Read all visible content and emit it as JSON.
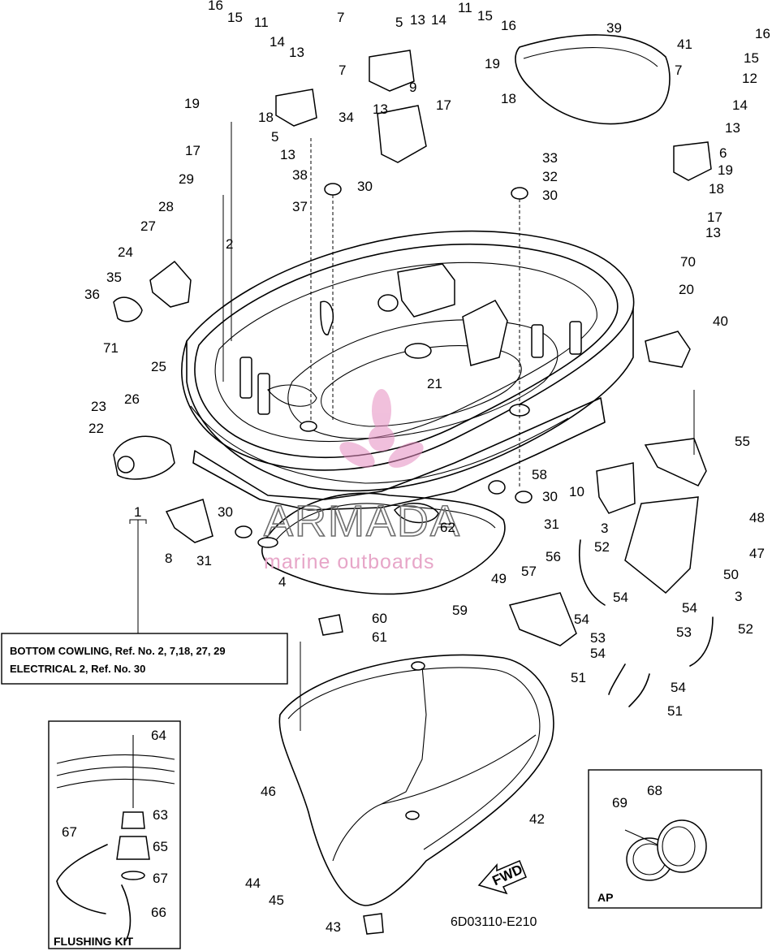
{
  "diagram_code": "6D03110-E210",
  "watermark": {
    "brand": "ARMADA",
    "tagline": "marine outboards",
    "brand_color": "#e58cc0"
  },
  "note_box": {
    "line1": "BOTTOM COWLING,  Ref. No. 2, 7,18, 27, 29",
    "line2": "ELECTRICAL 2,  Ref. No. 30"
  },
  "flushing_kit": {
    "title": "FLUSHING KIT"
  },
  "ap_box": {
    "title": "AP"
  },
  "fwd_arrow": {
    "label": "FWD"
  },
  "callouts": [
    "1",
    "2",
    "3",
    "4",
    "5",
    "6",
    "7",
    "8",
    "9",
    "10",
    "11",
    "12",
    "13",
    "14",
    "15",
    "16",
    "17",
    "18",
    "19",
    "20",
    "21",
    "22",
    "23",
    "24",
    "25",
    "26",
    "27",
    "28",
    "29",
    "30",
    "31",
    "32",
    "33",
    "34",
    "35",
    "36",
    "37",
    "38",
    "39",
    "40",
    "41",
    "42",
    "43",
    "44",
    "45",
    "46",
    "47",
    "48",
    "49",
    "50",
    "51",
    "52",
    "53",
    "54",
    "55",
    "56",
    "57",
    "58",
    "59",
    "60",
    "61",
    "62",
    "63",
    "64",
    "65",
    "66",
    "67",
    "68",
    "69",
    "70",
    "71"
  ]
}
